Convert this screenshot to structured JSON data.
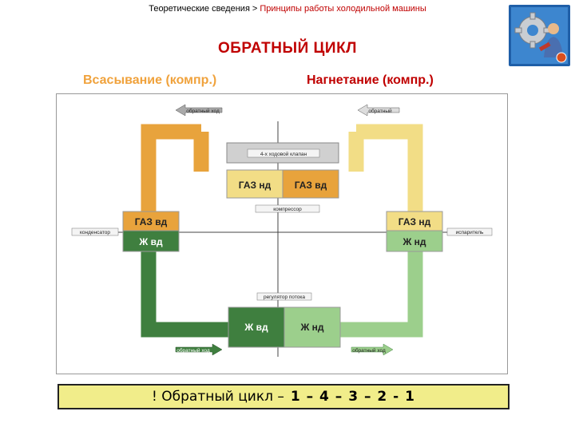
{
  "header": {
    "breadcrumb_section": "Теоретические сведения",
    "breadcrumb_separator": ">",
    "breadcrumb_current": "Принципы работы холодильной машины"
  },
  "title": "ОБРАТНЫЙ ЦИКЛ",
  "subtitles": {
    "left": "Всасывание (компр.)",
    "right": "Нагнетание (компр.)"
  },
  "diagram": {
    "top_left_flow": "обратный ход",
    "top_right_flow": "обратный",
    "bottom_left_flow": "обратный ход",
    "bottom_right_flow": "обратный ход",
    "valve_label": "4-х ходовой клапан",
    "compressor_label": "компрессор",
    "compressor_in": "ГАЗ нд",
    "compressor_out": "ГАЗ вд",
    "condenser_label": "конденсатор",
    "condenser_top": "ГАЗ вд",
    "condenser_bottom": "Ж вд",
    "evaporator_label": "испаритель",
    "evaporator_top": "ГАЗ нд",
    "evaporator_bottom": "Ж нд",
    "flow_regulator_label": "регулятор потока",
    "regulator_in": "Ж вд",
    "regulator_out": "Ж нд"
  },
  "footer": {
    "prefix": "! Обратный цикл –",
    "sequence": "1 – 4 – 3 – 2 - 1"
  },
  "colors": {
    "title": "#c00000",
    "subtitle_left": "#f0a23c",
    "gas_high": "#e8a33c",
    "gas_low": "#f2dd86",
    "liquid_high": "#3f7f3f",
    "liquid_low": "#9ccf8c",
    "footer_bg": "#f1ed8a"
  }
}
